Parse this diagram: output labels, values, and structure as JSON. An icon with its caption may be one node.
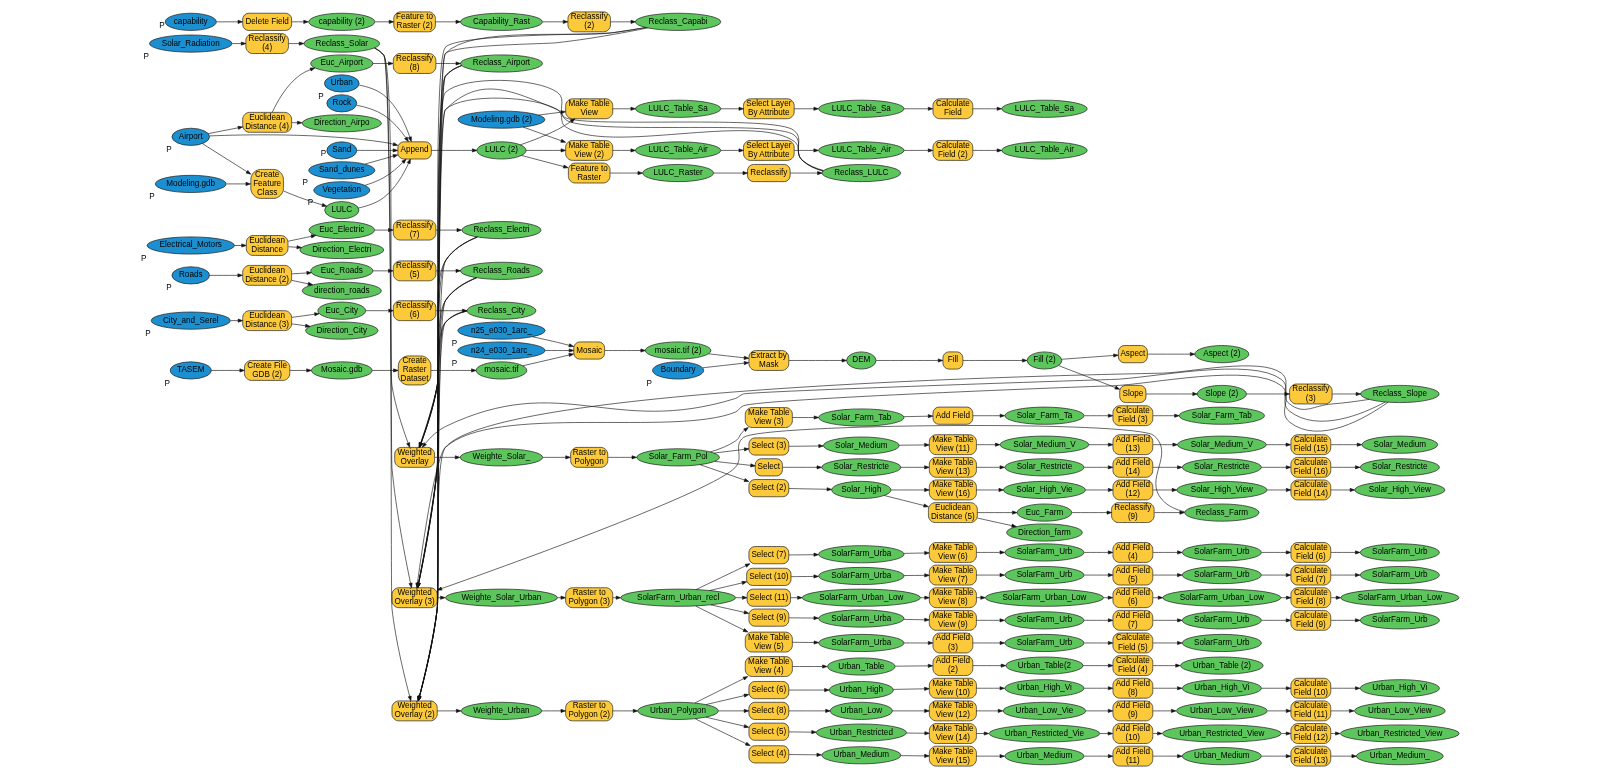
{
  "diagram": {
    "nodes": [
      {
        "text": [
          "capability"
        ],
        "beside": [
          "P"
        ]
      },
      {
        "text": [
          "Delete Field"
        ]
      },
      {
        "text": [
          "capability (2)"
        ]
      },
      {
        "text": [
          "Feature to Raster (2)"
        ]
      },
      {
        "text": [
          "Capability_Rast"
        ]
      },
      {
        "text": [
          "Reclassify (2)"
        ]
      },
      {
        "text": [
          "Reclass_Capabi"
        ]
      },
      {
        "text": [
          "Solar_Radiation"
        ],
        "beside": [
          "P"
        ]
      },
      {
        "text": [
          "Reclassify (4)"
        ]
      },
      {
        "text": [
          "Reclass_Solar"
        ]
      },
      {
        "text": [
          "Sand"
        ],
        "beside": [
          "P"
        ]
      },
      {
        "text": [
          "Sand_dunes"
        ],
        "beside": [
          "P"
        ]
      },
      {
        "text": [
          "Vegetation"
        ],
        "beside": [
          "P"
        ]
      },
      {
        "text": [
          "Urban"
        ],
        "beside": [
          "P"
        ]
      },
      {
        "text": [
          "Rock"
        ]
      },
      {
        "text": [
          "Modeling.gdb"
        ],
        "beside": [
          "P"
        ]
      },
      {
        "text": [
          "Create Feature Class"
        ]
      },
      {
        "text": [
          "LULC"
        ]
      },
      {
        "text": [
          "Airport"
        ],
        "beside": [
          "P"
        ]
      },
      {
        "text": [
          "Append"
        ]
      },
      {
        "text": [
          "LULC (2)"
        ]
      },
      {
        "text": [
          "Feature to Raster"
        ]
      },
      {
        "text": [
          "LULC_Raster"
        ]
      },
      {
        "text": [
          "Reclassify"
        ]
      },
      {
        "text": [
          "Reclass_LULC"
        ]
      },
      {
        "text": [
          "Electrical_Motors"
        ],
        "beside": [
          "P"
        ]
      },
      {
        "text": [
          "Euclidean Distance"
        ]
      },
      {
        "text": [
          "Euc_Electric"
        ]
      },
      {
        "text": [
          "Direction_Electri"
        ]
      },
      {
        "text": [
          "Reclassify (7)"
        ]
      },
      {
        "text": [
          "Reclass_Electri"
        ]
      },
      {
        "text": [
          "Make Table View"
        ]
      },
      {
        "text": [
          "LULC_Table_Sa"
        ]
      },
      {
        "text": [
          "Select Layer By Attribute"
        ]
      },
      {
        "text": [
          "LULC_Table_Sa"
        ]
      },
      {
        "text": [
          "Calculate Field"
        ]
      },
      {
        "text": [
          "LULC_Table_Sa"
        ]
      },
      {
        "text": [
          "Modeling.gdb (2)"
        ]
      },
      {
        "text": [
          "Make Table View (2)"
        ]
      },
      {
        "text": [
          "LULC_Table_Air"
        ]
      },
      {
        "text": [
          "Select Layer By Attribute"
        ]
      },
      {
        "text": [
          "LULC_Table_Air"
        ]
      },
      {
        "text": [
          "Calculate Field (2)"
        ]
      },
      {
        "text": [
          "LULC_Table_Air"
        ]
      },
      {
        "text": [
          "Euclidean Distance (4)"
        ]
      },
      {
        "text": [
          "Euc_Airport"
        ]
      },
      {
        "text": [
          "Direction_Airpo"
        ]
      },
      {
        "text": [
          "Reclassify (8)"
        ]
      },
      {
        "text": [
          "Reclass_Airport"
        ]
      },
      {
        "text": [
          "Roads"
        ],
        "beside": [
          "P"
        ]
      },
      {
        "text": [
          "Euclidean Distance (2)"
        ]
      },
      {
        "text": [
          "Euc_Roads"
        ]
      },
      {
        "text": [
          "direction_roads"
        ]
      },
      {
        "text": [
          "Reclassify (5)"
        ]
      },
      {
        "text": [
          "Reclass_Roads"
        ]
      },
      {
        "text": [
          "City_and_Serel"
        ],
        "beside": [
          "P"
        ]
      },
      {
        "text": [
          "Euclidean Distance (3)"
        ]
      },
      {
        "text": [
          "Euc_City"
        ]
      },
      {
        "text": [
          "Direction_City"
        ]
      },
      {
        "text": [
          "Reclassify (6)"
        ]
      },
      {
        "text": [
          "Reclass_City"
        ]
      },
      {
        "text": [
          "n25_e030_1arc_"
        ],
        "beside": [
          "P"
        ]
      },
      {
        "text": [
          "n24_e030_1arc_"
        ],
        "beside": [
          "P"
        ]
      },
      {
        "text": [
          "TASEM"
        ],
        "beside": [
          "P"
        ]
      },
      {
        "text": [
          "Create File GDB (2)"
        ]
      },
      {
        "text": [
          "Mosaic.gdb"
        ]
      },
      {
        "text": [
          "Create Raster Dataset"
        ]
      },
      {
        "text": [
          "mosaic.tif"
        ]
      },
      {
        "text": [
          "Mosaic"
        ]
      },
      {
        "text": [
          "mosaic.tif (2)"
        ]
      },
      {
        "text": [
          "Boundary"
        ],
        "beside": [
          "P"
        ]
      },
      {
        "text": [
          "Extract by Mask"
        ]
      },
      {
        "text": [
          "DEM"
        ]
      },
      {
        "text": [
          "Fill"
        ]
      },
      {
        "text": [
          "Fill (2)"
        ]
      },
      {
        "text": [
          "Slope"
        ]
      },
      {
        "text": [
          "Slope (2)"
        ]
      },
      {
        "text": [
          "Reclassify (3)"
        ]
      },
      {
        "text": [
          "Reclass_Slope"
        ]
      },
      {
        "text": [
          "Aspect"
        ]
      },
      {
        "text": [
          "Aspect (2)"
        ]
      },
      {
        "text": [
          "Weighted Overlay (2)"
        ]
      },
      {
        "text": [
          "Weighte_Urban"
        ]
      },
      {
        "text": [
          "Raster to Polygon (2)"
        ]
      },
      {
        "text": [
          "Urban_Polygon"
        ]
      },
      {
        "text": [
          "Make Table View (4)"
        ]
      },
      {
        "text": [
          "Urban_Table"
        ]
      },
      {
        "text": [
          "Add Field (2)"
        ]
      },
      {
        "text": [
          "Urban_Table(2"
        ]
      },
      {
        "text": [
          "Calculate Field (4)"
        ]
      },
      {
        "text": [
          "Urban_Table (2)"
        ]
      },
      {
        "text": [
          "Select (6)"
        ]
      },
      {
        "text": [
          "Urban_High"
        ]
      },
      {
        "text": [
          "Make Table View (10)"
        ]
      },
      {
        "text": [
          "Urban_High_Vi"
        ]
      },
      {
        "text": [
          "Add Field (8)"
        ]
      },
      {
        "text": [
          "Urban_High_Vi"
        ]
      },
      {
        "text": [
          "Calculate Field (10)"
        ]
      },
      {
        "text": [
          "Urban_High_Vi"
        ]
      },
      {
        "text": [
          "Select (8)"
        ]
      },
      {
        "text": [
          "Urban_Low"
        ]
      },
      {
        "text": [
          "Make Table View (12)"
        ]
      },
      {
        "text": [
          "Urban_Low_Vie"
        ]
      },
      {
        "text": [
          "Add Field (9)"
        ]
      },
      {
        "text": [
          "Urban_Low_View"
        ]
      },
      {
        "text": [
          "Calculate Field (11)"
        ]
      },
      {
        "text": [
          "Urban_Low_View"
        ]
      },
      {
        "text": [
          "Select (5)"
        ]
      },
      {
        "text": [
          "Urban_Restricted"
        ]
      },
      {
        "text": [
          "Make Table View (14)"
        ]
      },
      {
        "text": [
          "Urban_Restricted_Vie"
        ]
      },
      {
        "text": [
          "Add Field (10)"
        ]
      },
      {
        "text": [
          "Urban_Restricted_View"
        ]
      },
      {
        "text": [
          "Calculate Field (12)"
        ]
      },
      {
        "text": [
          "Urban_Restricted_View"
        ]
      },
      {
        "text": [
          "Select (4)"
        ]
      },
      {
        "text": [
          "Urban_Medium"
        ]
      },
      {
        "text": [
          "Make Table View (15)"
        ]
      },
      {
        "text": [
          "Urban_Medium"
        ]
      },
      {
        "text": [
          "Add Field (11)"
        ]
      },
      {
        "text": [
          "Urban_Medium"
        ]
      },
      {
        "text": [
          "Calculate Field (13)"
        ]
      },
      {
        "text": [
          "Urban_Medium_"
        ]
      },
      {
        "text": [
          "Weighted Overlay"
        ]
      },
      {
        "text": [
          "Weighte_Solar_"
        ]
      },
      {
        "text": [
          "Raster to Polygon"
        ]
      },
      {
        "text": [
          "Solar_Farm_Pol"
        ]
      },
      {
        "text": [
          "Make Table View (3)"
        ]
      },
      {
        "text": [
          "Solar_Farm_Tab"
        ]
      },
      {
        "text": [
          "Add Field"
        ]
      },
      {
        "text": [
          "Solar_Farm_Ta"
        ]
      },
      {
        "text": [
          "Calculate Field (3)"
        ]
      },
      {
        "text": [
          "Solar_Farm_Tab"
        ]
      },
      {
        "text": [
          "Select (2)"
        ]
      },
      {
        "text": [
          "Solar_High"
        ]
      },
      {
        "text": [
          "Euclidean Distance (5)"
        ]
      },
      {
        "text": [
          "Euc_Farm"
        ]
      },
      {
        "text": [
          "Direction_farm"
        ]
      },
      {
        "text": [
          "Reclassify (9)"
        ]
      },
      {
        "text": [
          "Reclass_Farm"
        ]
      },
      {
        "text": [
          "Make Table View (16)"
        ]
      },
      {
        "text": [
          "Solar_High_Vie"
        ]
      },
      {
        "text": [
          "Add Field (12)"
        ]
      },
      {
        "text": [
          "Solar_High_View"
        ]
      },
      {
        "text": [
          "Calculate Field (14)"
        ]
      },
      {
        "text": [
          "Solar_High_View"
        ]
      },
      {
        "text": [
          "Select (3)"
        ]
      },
      {
        "text": [
          "Solar_Medium"
        ]
      },
      {
        "text": [
          "Make Table View (11)"
        ]
      },
      {
        "text": [
          "Solar_Medium_V"
        ]
      },
      {
        "text": [
          "Add Field (13)"
        ]
      },
      {
        "text": [
          "Solar_Medium_V"
        ]
      },
      {
        "text": [
          "Calculate Field (15)"
        ]
      },
      {
        "text": [
          "Solar_Medium"
        ]
      },
      {
        "text": [
          "Select"
        ]
      },
      {
        "text": [
          "Solar_Restricte"
        ]
      },
      {
        "text": [
          "Make Table View (13)"
        ]
      },
      {
        "text": [
          "Solar_Restricte"
        ]
      },
      {
        "text": [
          "Add Field (14)"
        ]
      },
      {
        "text": [
          "Solar_Restricte"
        ]
      },
      {
        "text": [
          "Calculate Field (16)"
        ]
      },
      {
        "text": [
          "Solar_Restricte"
        ]
      },
      {
        "text": [
          "Weighted Overlay (3)"
        ]
      },
      {
        "text": [
          "Weighte_Solar_Urban"
        ]
      },
      {
        "text": [
          "Raster to Polygon (3)"
        ]
      },
      {
        "text": [
          "SolarFarm_Urban_recl"
        ]
      },
      {
        "text": [
          "Select (7)"
        ]
      },
      {
        "text": [
          "SolarFarm_Urba"
        ]
      },
      {
        "text": [
          "Make Table View (6)"
        ]
      },
      {
        "text": [
          "SolarFarm_Urb"
        ]
      },
      {
        "text": [
          "Add Field (4)"
        ]
      },
      {
        "text": [
          "SolarFarm_Urb"
        ]
      },
      {
        "text": [
          "Calculate Field (6)"
        ]
      },
      {
        "text": [
          "SolarFarm_Urb"
        ]
      },
      {
        "text": [
          "Select (10)"
        ]
      },
      {
        "text": [
          "SolarFarm_Urba"
        ]
      },
      {
        "text": [
          "Make Table View (7)"
        ]
      },
      {
        "text": [
          "SolarFarm_Urb"
        ]
      },
      {
        "text": [
          "Add Field (5)"
        ]
      },
      {
        "text": [
          "SolarFarm_Urb"
        ]
      },
      {
        "text": [
          "Calculate Field (7)"
        ]
      },
      {
        "text": [
          "SolarFarm_Urb"
        ]
      },
      {
        "text": [
          "Select (11)"
        ]
      },
      {
        "text": [
          "SolarFarm_Urban_Low"
        ]
      },
      {
        "text": [
          "Make Table View (8)"
        ]
      },
      {
        "text": [
          "SolarFarm_Urban_Low"
        ]
      },
      {
        "text": [
          "Add Field (6)"
        ]
      },
      {
        "text": [
          "SolarFarm_Urban_Low"
        ]
      },
      {
        "text": [
          "Calculate Field (8)"
        ]
      },
      {
        "text": [
          "SolarFarm_Urban_Low"
        ]
      },
      {
        "text": [
          "Select (9)"
        ]
      },
      {
        "text": [
          "SolarFarm_Urba"
        ]
      },
      {
        "text": [
          "Make Table View (9)"
        ]
      },
      {
        "text": [
          "SolarFarm_Urb"
        ]
      },
      {
        "text": [
          "Add Field (7)"
        ]
      },
      {
        "text": [
          "SolarFarm_Urb"
        ]
      },
      {
        "text": [
          "Calculate Field (9)"
        ]
      },
      {
        "text": [
          "SolarFarm_Urb"
        ]
      },
      {
        "text": [
          "Make Table View (5)"
        ]
      },
      {
        "text": [
          "SolarFarm_Urba"
        ]
      },
      {
        "text": [
          "Add Field (3)"
        ]
      },
      {
        "text": [
          "SolarFarm_Urb"
        ]
      },
      {
        "text": [
          "Calculate Field (5)"
        ]
      },
      {
        "text": [
          "SolarFarm_Urb"
        ]
      }
    ],
    "edges": [
      {
        "from": 0,
        "to": 1,
        "arrow": "to"
      },
      {
        "from": 1,
        "to": 2,
        "arrow": "to"
      },
      {
        "from": 2,
        "to": 3,
        "arrow": "to"
      },
      {
        "from": 3,
        "to": 4,
        "arrow": "to"
      },
      {
        "from": 4,
        "to": 5,
        "arrow": "to"
      },
      {
        "from": 5,
        "to": 6,
        "arrow": "to"
      },
      {
        "from": 7,
        "to": 8,
        "arrow": "to"
      },
      {
        "from": 8,
        "to": 9,
        "arrow": "to"
      },
      {
        "from": 10,
        "to": 19,
        "arrow": "to"
      },
      {
        "from": 11,
        "to": 19,
        "arrow": "to"
      },
      {
        "from": 12,
        "to": 19,
        "arrow": "to"
      },
      {
        "from": 13,
        "to": 19,
        "arrow": "to"
      },
      {
        "from": 14,
        "to": 19,
        "arrow": "to"
      },
      {
        "from": 15,
        "to": 16,
        "arrow": "to"
      },
      {
        "from": 18,
        "to": 16,
        "arrow": "to"
      },
      {
        "from": 16,
        "to": 17,
        "arrow": "to"
      },
      {
        "from": 17,
        "to": 19,
        "arrow": "to"
      },
      {
        "from": 18,
        "to": 19,
        "arrow": "to"
      },
      {
        "from": 19,
        "to": 20,
        "arrow": "to"
      },
      {
        "from": 20,
        "to": 21,
        "arrow": "to"
      },
      {
        "from": 21,
        "to": 22,
        "arrow": "to"
      },
      {
        "from": 22,
        "to": 23,
        "arrow": "to"
      },
      {
        "from": 23,
        "to": 24,
        "arrow": "to"
      },
      {
        "from": 25,
        "to": 26,
        "arrow": "to"
      },
      {
        "from": 26,
        "to": 27,
        "arrow": "to"
      },
      {
        "from": 26,
        "to": 28,
        "arrow": "to"
      },
      {
        "from": 27,
        "to": 29,
        "arrow": "to"
      },
      {
        "from": 29,
        "to": 30,
        "arrow": "to"
      },
      {
        "from": 20,
        "to": 31,
        "arrow": "to"
      },
      {
        "from": 37,
        "to": 31,
        "arrow": "to"
      },
      {
        "from": 31,
        "to": 32,
        "arrow": "to"
      },
      {
        "from": 32,
        "to": 33,
        "arrow": "to"
      },
      {
        "from": 33,
        "to": 34,
        "arrow": "to"
      },
      {
        "from": 34,
        "to": 35,
        "arrow": "to"
      },
      {
        "from": 35,
        "to": 36,
        "arrow": "to"
      },
      {
        "from": 20,
        "to": 38,
        "arrow": "to"
      },
      {
        "from": 37,
        "to": 38,
        "arrow": "to"
      },
      {
        "from": 38,
        "to": 39,
        "arrow": "to"
      },
      {
        "from": 39,
        "to": 40,
        "arrow": "to"
      },
      {
        "from": 40,
        "to": 41,
        "arrow": "to"
      },
      {
        "from": 41,
        "to": 42,
        "arrow": "to"
      },
      {
        "from": 42,
        "to": 43,
        "arrow": "to"
      },
      {
        "from": 18,
        "to": 44,
        "arrow": "to"
      },
      {
        "from": 44,
        "to": 45,
        "arrow": "to"
      },
      {
        "from": 44,
        "to": 46,
        "arrow": "to"
      },
      {
        "from": 45,
        "to": 47,
        "arrow": "to"
      },
      {
        "from": 47,
        "to": 48,
        "arrow": "to"
      },
      {
        "from": 49,
        "to": 50,
        "arrow": "to"
      },
      {
        "from": 50,
        "to": 51,
        "arrow": "to"
      },
      {
        "from": 50,
        "to": 52,
        "arrow": "to"
      },
      {
        "from": 51,
        "to": 53,
        "arrow": "to"
      },
      {
        "from": 53,
        "to": 54,
        "arrow": "to"
      },
      {
        "from": 55,
        "to": 56,
        "arrow": "to"
      },
      {
        "from": 56,
        "to": 57,
        "arrow": "to"
      },
      {
        "from": 56,
        "to": 58,
        "arrow": "to"
      },
      {
        "from": 57,
        "to": 59,
        "arrow": "to"
      },
      {
        "from": 59,
        "to": 60,
        "arrow": "to"
      },
      {
        "from": 63,
        "to": 64,
        "arrow": "to"
      },
      {
        "from": 64,
        "to": 65,
        "arrow": "to"
      },
      {
        "from": 65,
        "to": 66,
        "arrow": "to"
      },
      {
        "from": 66,
        "to": 67,
        "arrow": "to"
      },
      {
        "from": 61,
        "to": 68,
        "arrow": "to"
      },
      {
        "from": 62,
        "to": 68,
        "arrow": "to"
      },
      {
        "from": 67,
        "to": 68,
        "arrow": "to"
      },
      {
        "from": 68,
        "to": 69,
        "arrow": "to"
      },
      {
        "from": 69,
        "to": 71,
        "arrow": "to"
      },
      {
        "from": 70,
        "to": 71,
        "arrow": "to"
      },
      {
        "from": 71,
        "to": 72,
        "arrow": "to"
      },
      {
        "from": 72,
        "to": 73,
        "arrow": "to"
      },
      {
        "from": 73,
        "to": 74,
        "arrow": "to"
      },
      {
        "from": 74,
        "to": 75,
        "arrow": "to"
      },
      {
        "from": 75,
        "to": 76,
        "arrow": "to"
      },
      {
        "from": 76,
        "to": 77,
        "arrow": "to"
      },
      {
        "from": 77,
        "to": 78,
        "arrow": "to"
      },
      {
        "from": 74,
        "to": 79,
        "arrow": "to"
      },
      {
        "from": 79,
        "to": 80,
        "arrow": "to"
      },
      {
        "from": 6,
        "to": 81,
        "arrow": "to"
      },
      {
        "from": 9,
        "to": 81,
        "arrow": "to"
      },
      {
        "from": 24,
        "to": 81,
        "arrow": "to"
      },
      {
        "from": 30,
        "to": 81,
        "arrow": "to"
      },
      {
        "from": 48,
        "to": 81,
        "arrow": "to"
      },
      {
        "from": 54,
        "to": 81,
        "arrow": "to"
      },
      {
        "from": 60,
        "to": 81,
        "arrow": "to"
      },
      {
        "from": 78,
        "to": 81,
        "arrow": "to"
      },
      {
        "from": 6,
        "to": 123,
        "arrow": "to"
      },
      {
        "from": 9,
        "to": 123,
        "arrow": "to"
      },
      {
        "from": 24,
        "to": 123,
        "arrow": "to"
      },
      {
        "from": 30,
        "to": 123,
        "arrow": "to"
      },
      {
        "from": 48,
        "to": 123,
        "arrow": "to"
      },
      {
        "from": 54,
        "to": 123,
        "arrow": "to"
      },
      {
        "from": 60,
        "to": 123,
        "arrow": "to"
      },
      {
        "from": 78,
        "to": 123,
        "arrow": "to"
      },
      {
        "from": 6,
        "to": 162,
        "arrow": "to"
      },
      {
        "from": 9,
        "to": 162,
        "arrow": "to"
      },
      {
        "from": 24,
        "to": 162,
        "arrow": "to"
      },
      {
        "from": 30,
        "to": 162,
        "arrow": "to"
      },
      {
        "from": 48,
        "to": 162,
        "arrow": "to"
      },
      {
        "from": 54,
        "to": 162,
        "arrow": "to"
      },
      {
        "from": 60,
        "to": 162,
        "arrow": "to"
      },
      {
        "from": 78,
        "to": 162,
        "arrow": "to"
      },
      {
        "from": 139,
        "to": 162,
        "arrow": "to"
      },
      {
        "from": 81,
        "to": 82,
        "arrow": "to"
      },
      {
        "from": 82,
        "to": 83,
        "arrow": "to"
      },
      {
        "from": 83,
        "to": 84,
        "arrow": "to"
      },
      {
        "from": 84,
        "to": 85,
        "arrow": "to"
      },
      {
        "from": 85,
        "to": 86,
        "arrow": "to"
      },
      {
        "from": 86,
        "to": 87,
        "arrow": "to"
      },
      {
        "from": 87,
        "to": 88,
        "arrow": "to"
      },
      {
        "from": 88,
        "to": 89,
        "arrow": "to"
      },
      {
        "from": 89,
        "to": 90,
        "arrow": "to"
      },
      {
        "from": 84,
        "to": 91,
        "arrow": "to"
      },
      {
        "from": 91,
        "to": 92,
        "arrow": "to"
      },
      {
        "from": 92,
        "to": 93,
        "arrow": "to"
      },
      {
        "from": 93,
        "to": 94,
        "arrow": "to"
      },
      {
        "from": 94,
        "to": 95,
        "arrow": "to"
      },
      {
        "from": 95,
        "to": 96,
        "arrow": "to"
      },
      {
        "from": 96,
        "to": 97,
        "arrow": "to"
      },
      {
        "from": 97,
        "to": 98,
        "arrow": "to"
      },
      {
        "from": 84,
        "to": 99,
        "arrow": "to"
      },
      {
        "from": 99,
        "to": 100,
        "arrow": "to"
      },
      {
        "from": 100,
        "to": 101,
        "arrow": "to"
      },
      {
        "from": 101,
        "to": 102,
        "arrow": "to"
      },
      {
        "from": 102,
        "to": 103,
        "arrow": "to"
      },
      {
        "from": 103,
        "to": 104,
        "arrow": "to"
      },
      {
        "from": 104,
        "to": 105,
        "arrow": "to"
      },
      {
        "from": 105,
        "to": 106,
        "arrow": "to"
      },
      {
        "from": 84,
        "to": 107,
        "arrow": "to"
      },
      {
        "from": 107,
        "to": 108,
        "arrow": "to"
      },
      {
        "from": 108,
        "to": 109,
        "arrow": "to"
      },
      {
        "from": 109,
        "to": 110,
        "arrow": "to"
      },
      {
        "from": 110,
        "to": 111,
        "arrow": "to"
      },
      {
        "from": 111,
        "to": 112,
        "arrow": "to"
      },
      {
        "from": 112,
        "to": 113,
        "arrow": "to"
      },
      {
        "from": 113,
        "to": 114,
        "arrow": "to"
      },
      {
        "from": 84,
        "to": 115,
        "arrow": "to"
      },
      {
        "from": 115,
        "to": 116,
        "arrow": "to"
      },
      {
        "from": 116,
        "to": 117,
        "arrow": "to"
      },
      {
        "from": 117,
        "to": 118,
        "arrow": "to"
      },
      {
        "from": 118,
        "to": 119,
        "arrow": "to"
      },
      {
        "from": 119,
        "to": 120,
        "arrow": "to"
      },
      {
        "from": 120,
        "to": 121,
        "arrow": "to"
      },
      {
        "from": 121,
        "to": 122,
        "arrow": "to"
      },
      {
        "from": 123,
        "to": 124,
        "arrow": "to"
      },
      {
        "from": 124,
        "to": 125,
        "arrow": "to"
      },
      {
        "from": 125,
        "to": 126,
        "arrow": "to"
      },
      {
        "from": 126,
        "to": 127,
        "arrow": "to"
      },
      {
        "from": 127,
        "to": 128,
        "arrow": "to"
      },
      {
        "from": 128,
        "to": 129,
        "arrow": "to"
      },
      {
        "from": 129,
        "to": 130,
        "arrow": "to"
      },
      {
        "from": 130,
        "to": 131,
        "arrow": "to"
      },
      {
        "from": 131,
        "to": 132,
        "arrow": "to"
      },
      {
        "from": 126,
        "to": 133,
        "arrow": "to"
      },
      {
        "from": 133,
        "to": 134,
        "arrow": "to"
      },
      {
        "from": 134,
        "to": 135,
        "arrow": "to"
      },
      {
        "from": 135,
        "to": 136,
        "arrow": "to"
      },
      {
        "from": 135,
        "to": 137,
        "arrow": "to"
      },
      {
        "from": 136,
        "to": 138,
        "arrow": "to"
      },
      {
        "from": 138,
        "to": 139,
        "arrow": "to"
      },
      {
        "from": 134,
        "to": 140,
        "arrow": "to"
      },
      {
        "from": 140,
        "to": 141,
        "arrow": "to"
      },
      {
        "from": 141,
        "to": 142,
        "arrow": "to"
      },
      {
        "from": 142,
        "to": 143,
        "arrow": "to"
      },
      {
        "from": 143,
        "to": 144,
        "arrow": "to"
      },
      {
        "from": 144,
        "to": 145,
        "arrow": "to"
      },
      {
        "from": 126,
        "to": 146,
        "arrow": "to"
      },
      {
        "from": 146,
        "to": 147,
        "arrow": "to"
      },
      {
        "from": 147,
        "to": 148,
        "arrow": "to"
      },
      {
        "from": 148,
        "to": 149,
        "arrow": "to"
      },
      {
        "from": 149,
        "to": 150,
        "arrow": "to"
      },
      {
        "from": 150,
        "to": 151,
        "arrow": "to"
      },
      {
        "from": 151,
        "to": 152,
        "arrow": "to"
      },
      {
        "from": 152,
        "to": 153,
        "arrow": "to"
      },
      {
        "from": 126,
        "to": 154,
        "arrow": "to"
      },
      {
        "from": 154,
        "to": 155,
        "arrow": "to"
      },
      {
        "from": 155,
        "to": 156,
        "arrow": "to"
      },
      {
        "from": 156,
        "to": 157,
        "arrow": "to"
      },
      {
        "from": 157,
        "to": 158,
        "arrow": "to"
      },
      {
        "from": 158,
        "to": 159,
        "arrow": "to"
      },
      {
        "from": 159,
        "to": 160,
        "arrow": "to"
      },
      {
        "from": 160,
        "to": 161,
        "arrow": "to"
      },
      {
        "from": 162,
        "to": 163,
        "arrow": "to"
      },
      {
        "from": 163,
        "to": 164,
        "arrow": "to"
      },
      {
        "from": 164,
        "to": 165,
        "arrow": "to"
      },
      {
        "from": 165,
        "to": 166,
        "arrow": "to"
      },
      {
        "from": 166,
        "to": 167,
        "arrow": "to"
      },
      {
        "from": 167,
        "to": 168,
        "arrow": "to"
      },
      {
        "from": 168,
        "to": 169,
        "arrow": "to"
      },
      {
        "from": 169,
        "to": 170,
        "arrow": "to"
      },
      {
        "from": 170,
        "to": 171,
        "arrow": "to"
      },
      {
        "from": 171,
        "to": 172,
        "arrow": "to"
      },
      {
        "from": 172,
        "to": 173,
        "arrow": "to"
      },
      {
        "from": 165,
        "to": 174,
        "arrow": "to"
      },
      {
        "from": 174,
        "to": 175,
        "arrow": "to"
      },
      {
        "from": 175,
        "to": 176,
        "arrow": "to"
      },
      {
        "from": 176,
        "to": 177,
        "arrow": "to"
      },
      {
        "from": 177,
        "to": 178,
        "arrow": "to"
      },
      {
        "from": 178,
        "to": 179,
        "arrow": "to"
      },
      {
        "from": 179,
        "to": 180,
        "arrow": "to"
      },
      {
        "from": 180,
        "to": 181,
        "arrow": "to"
      },
      {
        "from": 165,
        "to": 182,
        "arrow": "to"
      },
      {
        "from": 182,
        "to": 183,
        "arrow": "to"
      },
      {
        "from": 183,
        "to": 184,
        "arrow": "to"
      },
      {
        "from": 184,
        "to": 185,
        "arrow": "to"
      },
      {
        "from": 185,
        "to": 186,
        "arrow": "to"
      },
      {
        "from": 186,
        "to": 187,
        "arrow": "to"
      },
      {
        "from": 187,
        "to": 188,
        "arrow": "to"
      },
      {
        "from": 188,
        "to": 189,
        "arrow": "to"
      },
      {
        "from": 165,
        "to": 190,
        "arrow": "to"
      },
      {
        "from": 190,
        "to": 191,
        "arrow": "to"
      },
      {
        "from": 191,
        "to": 192,
        "arrow": "to"
      },
      {
        "from": 192,
        "to": 193,
        "arrow": "to"
      },
      {
        "from": 193,
        "to": 194,
        "arrow": "to"
      },
      {
        "from": 194,
        "to": 195,
        "arrow": "to"
      },
      {
        "from": 195,
        "to": 196,
        "arrow": "to"
      },
      {
        "from": 196,
        "to": 197,
        "arrow": "to"
      },
      {
        "from": 165,
        "to": 198,
        "arrow": "to"
      },
      {
        "from": 198,
        "to": 199,
        "arrow": "to"
      },
      {
        "from": 199,
        "to": 200,
        "arrow": "to"
      },
      {
        "from": 200,
        "to": 201,
        "arrow": "to"
      },
      {
        "from": 201,
        "to": 202,
        "arrow": "to"
      },
      {
        "from": 202,
        "to": 203,
        "arrow": "to"
      }
    ]
  }
}
